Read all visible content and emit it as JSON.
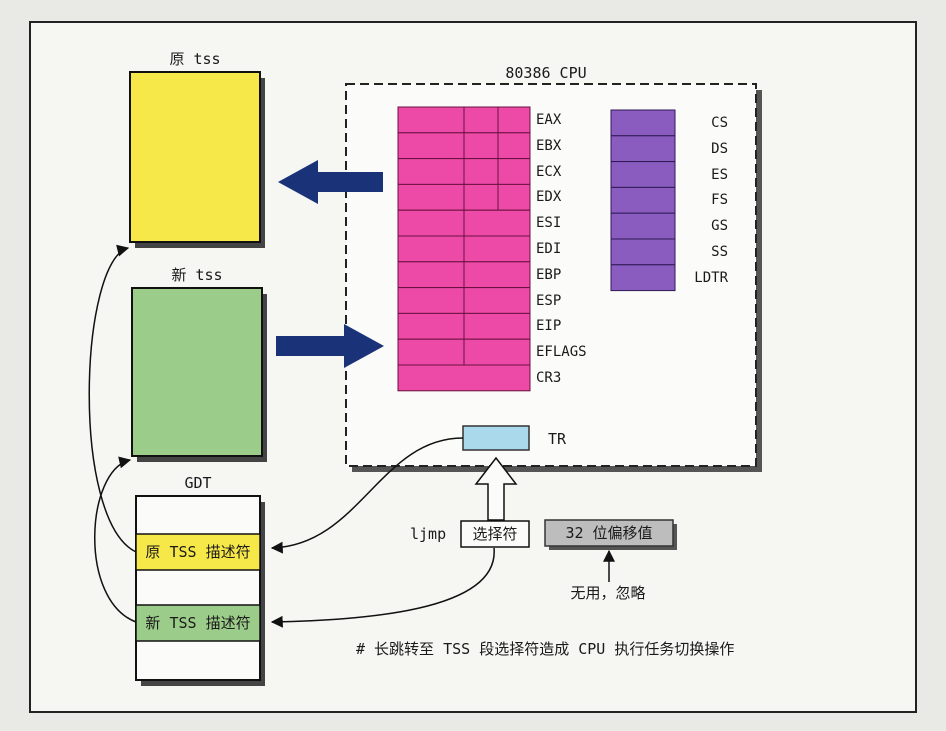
{
  "labels": {
    "old_tss": "原 tss",
    "new_tss": "新 tss",
    "cpu": "80386 CPU",
    "gdt": "GDT",
    "old_tss_desc": "原 TSS 描述符",
    "new_tss_desc": "新 TSS 描述符",
    "tr": "TR",
    "ljmp": "ljmp",
    "selector": "选择符",
    "offset": "32 位偏移值",
    "unused": "无用，忽略",
    "caption": "# 长跳转至 TSS 段选择符造成 CPU 执行任务切换操作"
  },
  "general_registers": [
    "EAX",
    "EBX",
    "ECX",
    "EDX",
    "ESI",
    "EDI",
    "EBP",
    "ESP",
    "EIP",
    "EFLAGS",
    "CR3"
  ],
  "segment_registers": [
    "CS",
    "DS",
    "ES",
    "FS",
    "GS",
    "SS",
    "LDTR"
  ],
  "colors": {
    "old_tss": "#f7e84a",
    "new_tss": "#9ccc8a",
    "general_registers": "#ec4aa6",
    "segment_registers": "#8a5cc0",
    "tr": "#a9d9ea",
    "arrow": "#1a3278",
    "offset_box": "#bdbdbd"
  }
}
